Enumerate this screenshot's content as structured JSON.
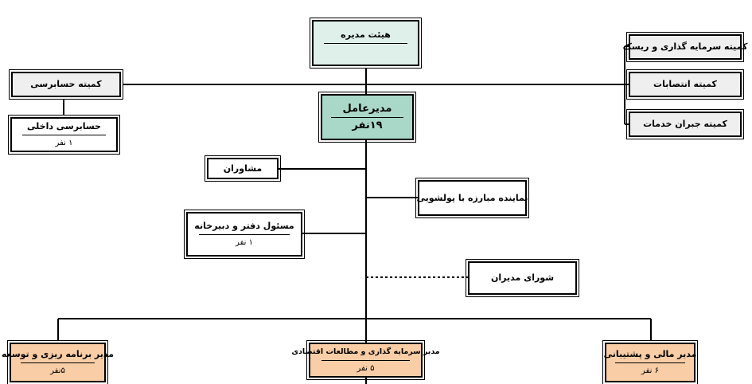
{
  "board": {
    "title": "هیئت مدیره"
  },
  "ceo": {
    "title": "مدیرعامل",
    "staff": "۱۹نفر"
  },
  "audit_committee": {
    "title": "کمیته حسابرسی"
  },
  "internal_audit": {
    "title": "حسابرسی داخلی",
    "staff": "۱ نفر"
  },
  "committees": [
    {
      "title": "کمیته سرمایه گذاری و ریسک"
    },
    {
      "title": "کمیته انتصابات"
    },
    {
      "title": "کمیته جبران خدمات"
    }
  ],
  "advisors": {
    "title": "مشاوران"
  },
  "anti_money_laundering": {
    "title": "نماینده مبارزه با پولشویی"
  },
  "office_manager": {
    "title": "مسئول دفتر و دبیرخانه",
    "staff": "۱ نفر"
  },
  "managers_council": {
    "title": "شورای مدیران"
  },
  "departments": [
    {
      "title": "مدیر برنامه ریزی و توسعه",
      "staff": "۵نفر"
    },
    {
      "title": "مدیر سرمایه گذاری و مطالعات اقتصادی",
      "staff": "۵ نفر"
    },
    {
      "title": "مدیر مالی و پشتیبانی",
      "staff": "۶ نفر"
    }
  ],
  "colors": {
    "board": "#dff0ea",
    "ceo": "#a9d8c9",
    "committee": "#efefef",
    "department": "#f9cda5"
  }
}
